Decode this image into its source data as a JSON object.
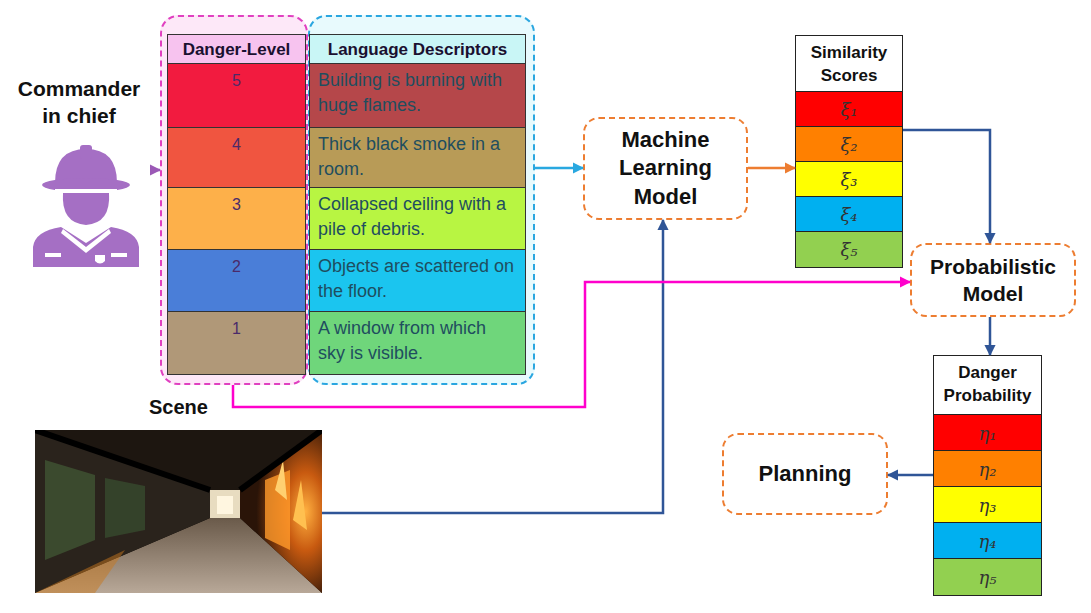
{
  "diagram": {
    "nodes": [
      {
        "text": [
          "Danger-Level"
        ]
      },
      {
        "text": [
          "5"
        ],
        "in": 0
      },
      {
        "text": [
          "4"
        ],
        "in": 0
      },
      {
        "text": [
          "3"
        ],
        "in": 0
      },
      {
        "text": [
          "2"
        ],
        "in": 0
      },
      {
        "text": [
          "1"
        ],
        "in": 0
      },
      {
        "text": [
          "Language Descriptors"
        ]
      },
      {
        "text": [
          "Building is burning with huge flames."
        ],
        "in": 6
      },
      {
        "text": [
          "Thick black smoke in a room."
        ],
        "in": 6
      },
      {
        "text": [
          "Collapsed ceiling with a pile of debris."
        ],
        "in": 6
      },
      {
        "text": [
          "Objects are scattered on the floor."
        ],
        "in": 6
      },
      {
        "text": [
          "A window from which sky is visible."
        ],
        "in": 6
      },
      {
        "text": [
          "Commander in chief"
        ]
      },
      {
        "text": [
          "Machine Learning Model"
        ]
      },
      {
        "text": [
          "Similarity Scores"
        ]
      },
      {
        "text": [
          "ξ₁"
        ],
        "in": 14
      },
      {
        "text": [
          "ξ₂"
        ],
        "in": 14
      },
      {
        "text": [
          "ξ₃"
        ],
        "in": 14
      },
      {
        "text": [
          "ξ₄"
        ],
        "in": 14
      },
      {
        "text": [
          "ξ₅"
        ],
        "in": 14
      },
      {
        "text": [
          "Probabilistic Model"
        ]
      },
      {
        "text": [
          "Scene"
        ]
      },
      {
        "text": [
          "Danger Probability"
        ]
      },
      {
        "text": [
          "η₁"
        ],
        "in": 22
      },
      {
        "text": [
          "η₂"
        ],
        "in": 22
      },
      {
        "text": [
          "η₃"
        ],
        "in": 22
      },
      {
        "text": [
          "η₄"
        ],
        "in": 22
      },
      {
        "text": [
          "η₅"
        ],
        "in": 22
      },
      {
        "text": [
          "Planning"
        ]
      }
    ],
    "edges": [
      {
        "from": 12,
        "to": 0,
        "arrow": "to"
      },
      {
        "from": 6,
        "to": 13,
        "arrow": "to"
      },
      {
        "from": 21,
        "to": 13,
        "arrow": "to"
      },
      {
        "from": 13,
        "to": 14,
        "arrow": "to"
      },
      {
        "from": 14,
        "to": 20,
        "arrow": "to"
      },
      {
        "from": 0,
        "to": 20,
        "arrow": "to"
      },
      {
        "from": 20,
        "to": 22,
        "arrow": "to"
      },
      {
        "from": 22,
        "to": 28,
        "arrow": "to"
      }
    ]
  }
}
